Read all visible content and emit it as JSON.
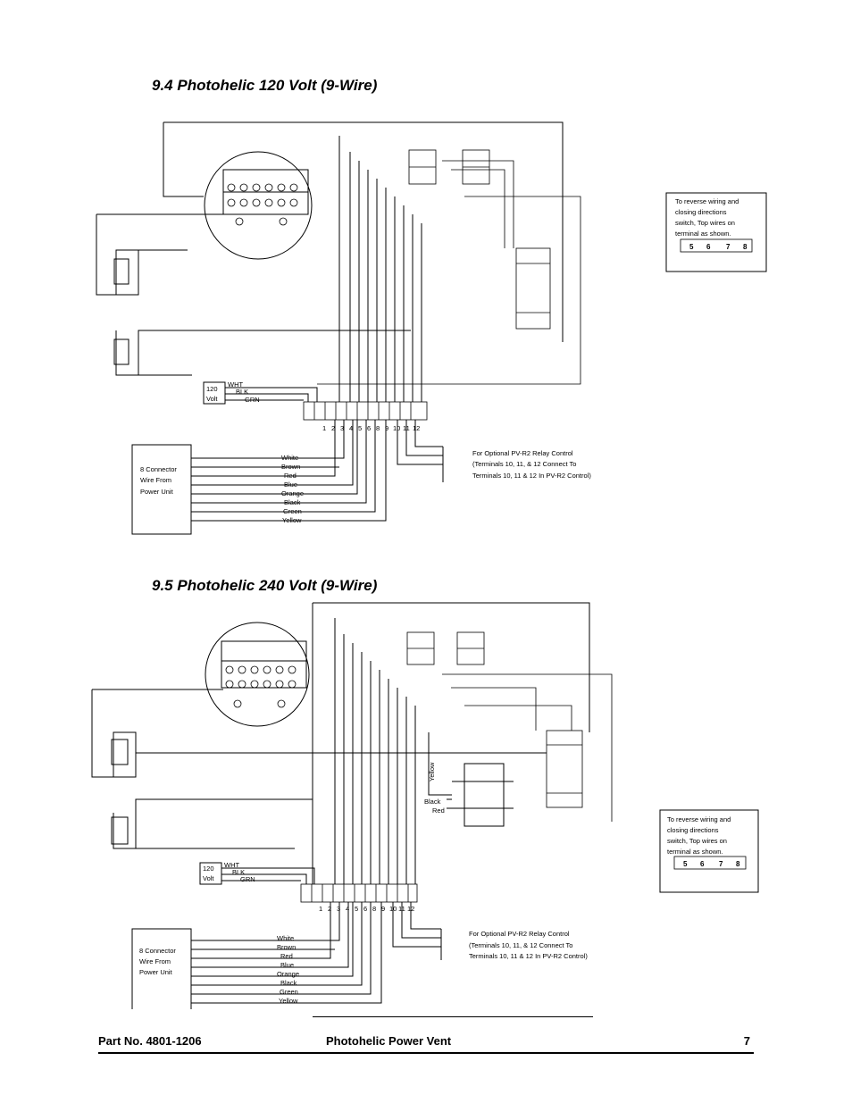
{
  "section_94": {
    "title": "9.4  Photohelic 120 Volt (9-Wire)"
  },
  "section_95": {
    "title": "9.5  Photohelic 240 Volt (9-Wire)"
  },
  "power_box": {
    "line1": "120",
    "line2": "Volt"
  },
  "power_wires": {
    "wht": "WHT",
    "blk": "BLK",
    "grn": "GRN"
  },
  "terminal_numbers": [
    "1",
    "2",
    "3",
    "4",
    "5",
    "6",
    "8",
    "9",
    "10",
    "11",
    "12"
  ],
  "connector_box": {
    "line1": "8 Connector",
    "line2": "Wire From",
    "line3": "Power Unit"
  },
  "wire_colors": [
    "White",
    "Brown",
    "Red",
    "Blue",
    "Orange",
    "Black",
    "Green",
    "Yellow"
  ],
  "relay_note": {
    "line1": "For Optional PV-R2 Relay Control",
    "line2": "(Terminals 10, 11, & 12 Connect To",
    "line3": "Terminals 10, 11 & 12 In PV-R2 Control)"
  },
  "reverse_note": {
    "line1": "To reverse wiring and",
    "line2": "closing directions",
    "line3": "switch, Top wires on",
    "line4": "terminal as shown.",
    "terminals": [
      "5",
      "6",
      "7",
      "8"
    ]
  },
  "transformer_labels": {
    "yellow": "Yellow",
    "black": "Black",
    "red": "Red"
  },
  "footer": {
    "part_no": "Part No. 4801-1206",
    "product": "Photohelic Power Vent",
    "page": "7"
  }
}
